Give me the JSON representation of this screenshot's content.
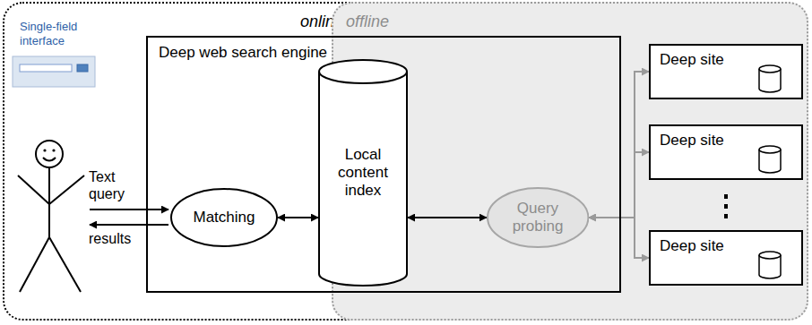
{
  "diagram": {
    "nodes": [
      {
        "text": [
          "online"
        ]
      },
      {
        "text": [
          "offline"
        ]
      },
      {
        "text": [
          "Deep web search engine"
        ]
      },
      {
        "text": [
          "Matching"
        ],
        "in": 2
      },
      {
        "text": [
          "Local content index"
        ],
        "in": 2
      },
      {
        "text": [
          "Query probing"
        ],
        "in": 2
      },
      {
        "text": [
          "Deep site"
        ]
      },
      {
        "text": [
          "Deep site"
        ]
      },
      {
        "text": [
          "Deep site"
        ]
      }
    ],
    "edges": [
      {
        "from": 3,
        "to": 4,
        "arrow": "both"
      },
      {
        "from": 4,
        "to": 5,
        "arrow": "both"
      },
      {
        "from": 5,
        "to": 6,
        "arrow": "both"
      },
      {
        "from": 5,
        "to": 7,
        "arrow": "both"
      },
      {
        "from": 5,
        "to": 8,
        "arrow": "both"
      }
    ],
    "labels": [
      "Single-field interface",
      "Text query",
      "results"
    ]
  }
}
